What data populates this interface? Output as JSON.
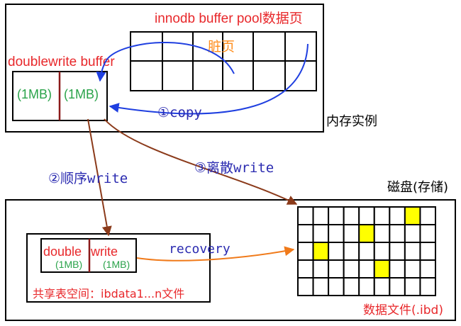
{
  "memory": {
    "label": "内存实例",
    "buffer_pool_title": "innodb buffer pool数据页",
    "dirty_page_label": "脏页",
    "doublewrite_title": "doublewrite buffer",
    "chunk_left": "(1MB)",
    "chunk_right": "(1MB)"
  },
  "disk": {
    "label": "磁盘(存储)",
    "shared_tablespace": {
      "title_left": "double",
      "title_right": "write",
      "chunk_left": "(1MB)",
      "chunk_right": "(1MB)",
      "label": "共享表空间：ibdata1...n文件"
    },
    "data_file_label": "数据文件(.ibd)",
    "data_grid": {
      "rows": 5,
      "cols": 9,
      "highlighted_cells": [
        [
          0,
          7
        ],
        [
          1,
          4
        ],
        [
          2,
          1
        ],
        [
          3,
          5
        ]
      ],
      "highlight_color": "#ffff00"
    }
  },
  "steps": {
    "copy": {
      "num": "①",
      "text": "copy"
    },
    "sequential_write": {
      "num": "②",
      "text": "顺序write"
    },
    "discrete_write": {
      "num": "③",
      "text": "离散write"
    },
    "recovery": {
      "text": "recovery"
    }
  },
  "colors": {
    "red_text": "#e8282b",
    "green_text": "#2aa34a",
    "orange_text": "#ff8c1a",
    "blue_text": "#2a2ab0",
    "blue_arrow": "#1f3fe0",
    "brown_arrow": "#8b3a1a",
    "orange_arrow": "#f07a1a",
    "divider": "#8b1a1a"
  }
}
